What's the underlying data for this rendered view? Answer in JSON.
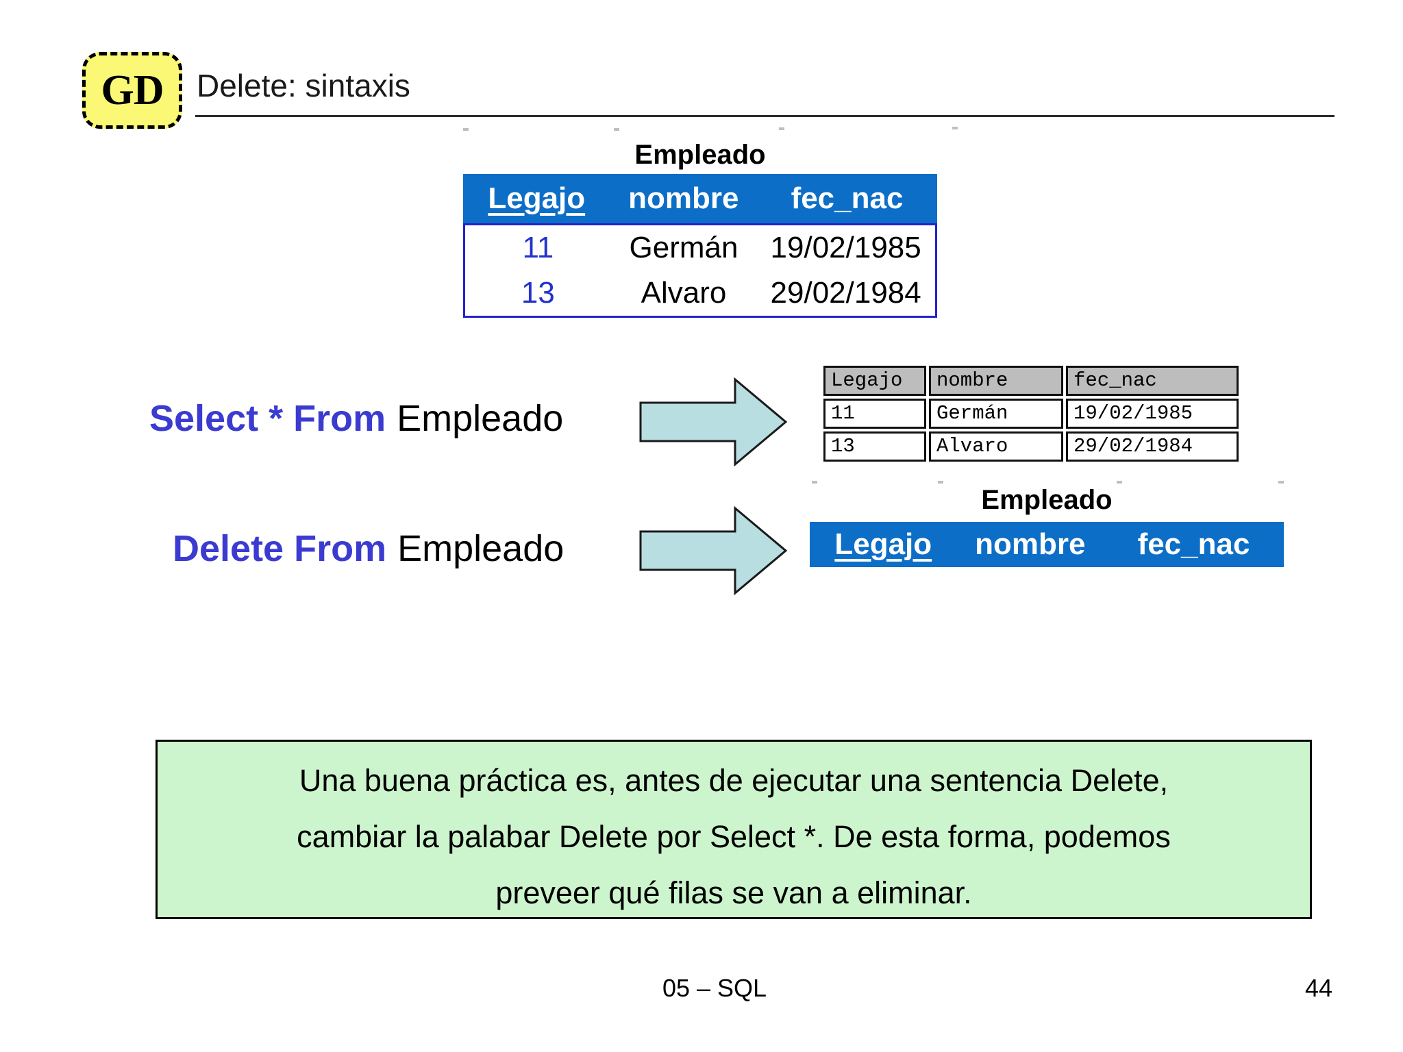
{
  "colors": {
    "header_blue": "#0d6ec7",
    "table_border_blue": "#2222cc",
    "id_text_blue": "#2233cc",
    "keyword_blue": "#3b3bd1",
    "arrow_fill": "#b9dee2",
    "result_header_gray": "#bdbdbd",
    "note_green": "#cdf5cd",
    "logo_yellow": "#fbf876"
  },
  "logo": {
    "text": "GD"
  },
  "header": {
    "title": "Delete: sintaxis"
  },
  "source_table": {
    "title": "Empleado",
    "columns": [
      "Legajo",
      "nombre",
      "fec_nac"
    ],
    "rows": [
      [
        "11",
        "Germán",
        "19/02/1985"
      ],
      [
        "13",
        "Alvaro",
        "29/02/1984"
      ]
    ]
  },
  "select_statement": {
    "keyword": "Select * From",
    "table_name": "Empleado"
  },
  "select_result_table": {
    "columns": [
      "Legajo",
      "nombre",
      "fec_nac"
    ],
    "rows": [
      [
        "11",
        "Germán",
        "19/02/1985"
      ],
      [
        "13",
        "Alvaro",
        "29/02/1984"
      ]
    ]
  },
  "delete_statement": {
    "keyword": "Delete From",
    "table_name": "Empleado"
  },
  "delete_result_table": {
    "title": "Empleado",
    "columns": [
      "Legajo",
      "nombre",
      "fec_nac"
    ],
    "rows": []
  },
  "note_box": {
    "lines": [
      "Una buena práctica es, antes de ejecutar una sentencia Delete,",
      "cambiar la palabar Delete por Select *. De esta forma, podemos",
      "preveer qué filas se van a eliminar."
    ]
  },
  "footer": {
    "course": "05 – SQL",
    "page_number": "44"
  }
}
